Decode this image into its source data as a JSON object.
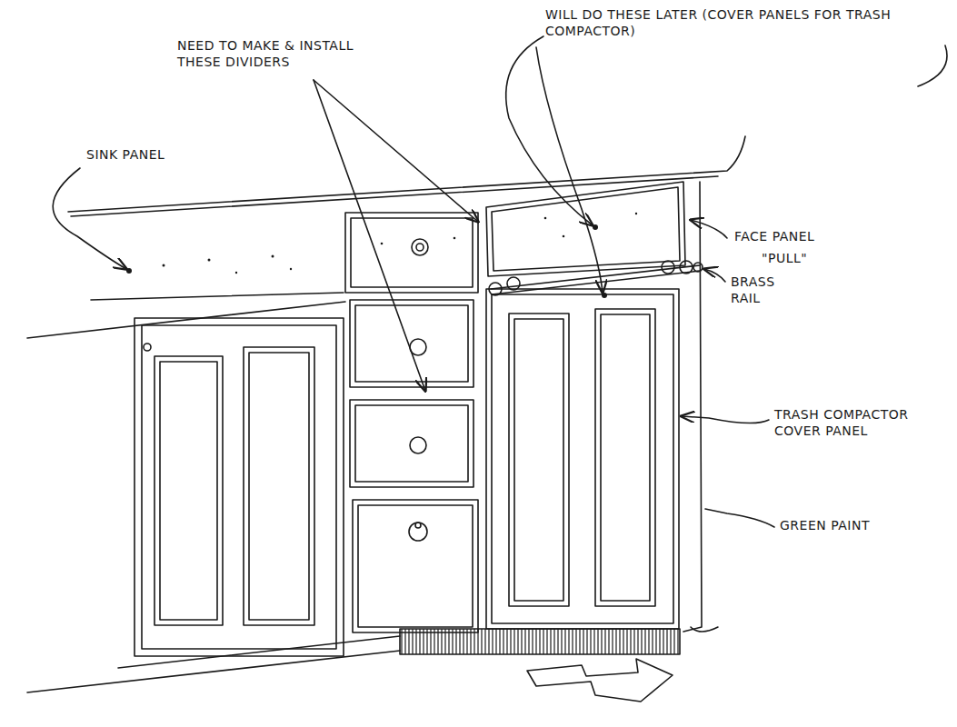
{
  "diagram": {
    "labels": [
      "NEED TO MAKE & INSTALL THESE DIVIDERS",
      "WILL DO THESE LATER (COVER PANELS FOR TRASH COMPACTOR)",
      "SINK PANEL",
      "FACE PANEL",
      "\"PULL\"",
      "BRASS RAIL",
      "TRASH COMPACTOR COVER PANEL",
      "GREEN PAINT"
    ]
  }
}
